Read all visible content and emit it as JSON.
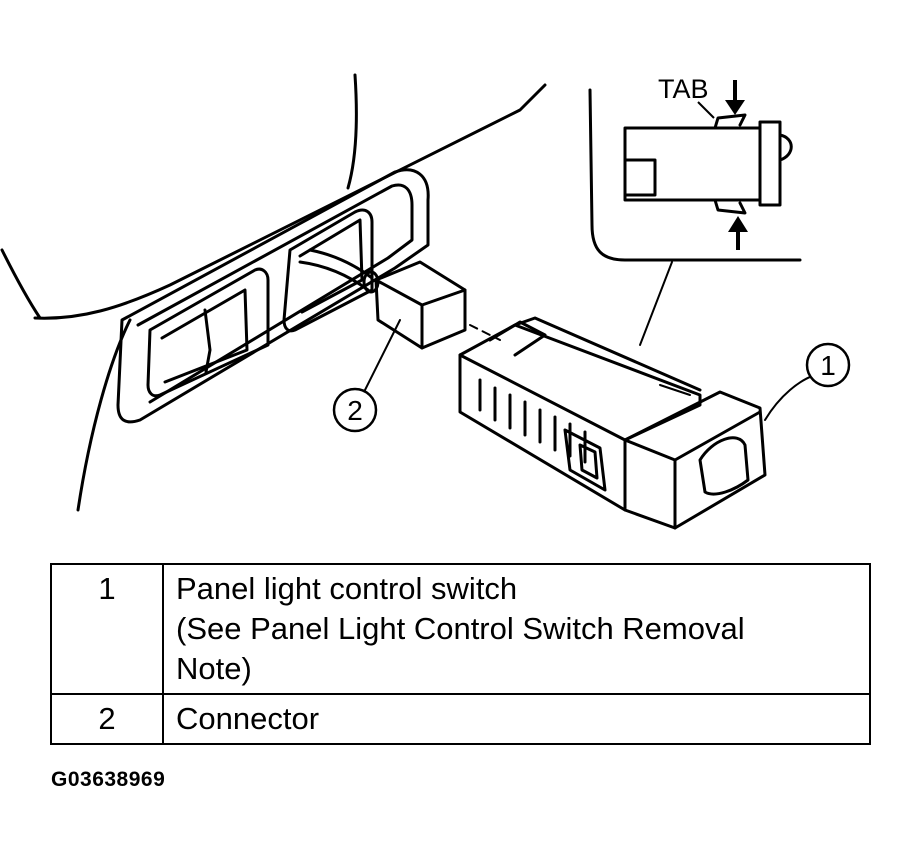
{
  "figure": {
    "inset_label": "TAB",
    "callouts": [
      {
        "number": "1"
      },
      {
        "number": "2"
      }
    ]
  },
  "legend": {
    "rows": [
      {
        "number": "1",
        "lines": [
          "Panel light control switch",
          "(See Panel Light Control Switch Removal",
          "Note)"
        ]
      },
      {
        "number": "2",
        "lines": [
          "Connector"
        ]
      }
    ]
  },
  "figure_id": "G03638969"
}
